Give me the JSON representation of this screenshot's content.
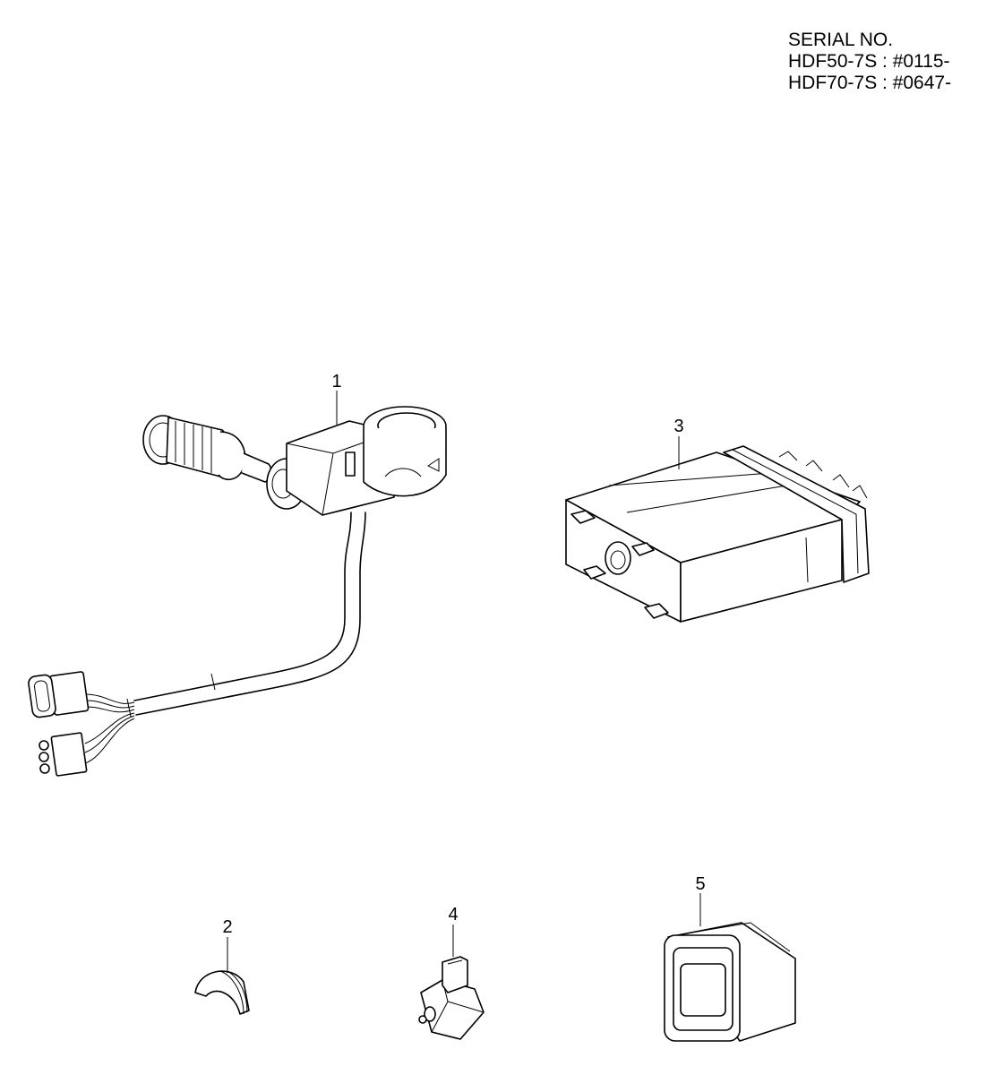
{
  "serial": {
    "heading": "SERIAL NO.",
    "lines": [
      "HDF50-7S : #0115-",
      "HDF70-7S : #0647-"
    ]
  },
  "callouts": [
    {
      "number": "1"
    },
    {
      "number": "2"
    },
    {
      "number": "3"
    },
    {
      "number": "4"
    },
    {
      "number": "5"
    }
  ]
}
